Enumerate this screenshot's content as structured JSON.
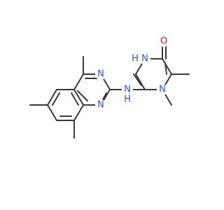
{
  "molecule": {
    "atoms": {
      "a1": {
        "label": "N",
        "color": "#3050F8"
      },
      "a2": {
        "label": "N",
        "color": "#3050F8"
      },
      "a3": {
        "label": "N",
        "color": "#3050F8"
      },
      "a4": {
        "label": "H",
        "color": "#3050F8"
      },
      "a5": {
        "label": "N",
        "color": "#3050F8"
      },
      "a6": {
        "label": "H",
        "color": "#3050F8"
      },
      "a7": {
        "label": "N",
        "color": "#3050F8"
      },
      "a8": {
        "label": "O",
        "color": "#FF0D0D"
      }
    },
    "bond_color": "#3a3a3a"
  }
}
